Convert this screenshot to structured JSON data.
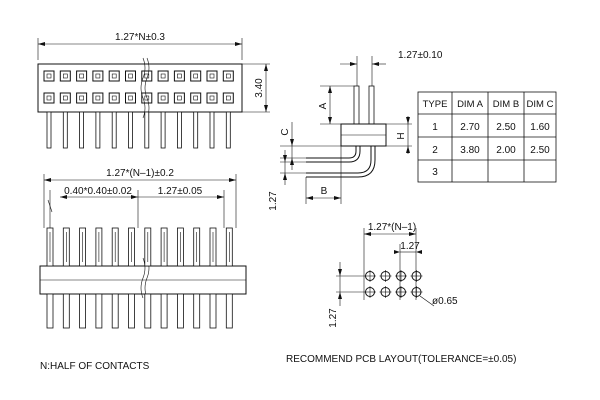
{
  "dimensions": {
    "top_width": "1.27*N±0.3",
    "height_340": "3.40",
    "pitch_top": "1.27±0.10",
    "label_A": "A",
    "label_B": "B",
    "label_C": "C",
    "label_H": "H",
    "height_127": "1.27",
    "bottom_width": "1.27*(N–1)±0.2",
    "pin_square": "0.40*0.40±0.02",
    "pitch_bottom": "1.27±0.05",
    "pcb_width": "1.27*(N–1)",
    "pcb_pitch": "1.27",
    "pcb_pitch_v": "1.27",
    "pcb_hole": "ø0.65"
  },
  "table": {
    "headers": [
      "TYPE",
      "DIM  A",
      "DIM  B",
      "DIM  C"
    ],
    "rows": [
      [
        "1",
        "2.70",
        "2.50",
        "1.60"
      ],
      [
        "2",
        "3.80",
        "2.00",
        "2.50"
      ],
      [
        "3",
        "",
        "",
        ""
      ]
    ]
  },
  "notes": {
    "half_contacts": "N:HALF  OF  CONTACTS",
    "pcb_layout": "RECOMMEND  PCB  LAYOUT(TOLERANCE=±0.05)"
  }
}
